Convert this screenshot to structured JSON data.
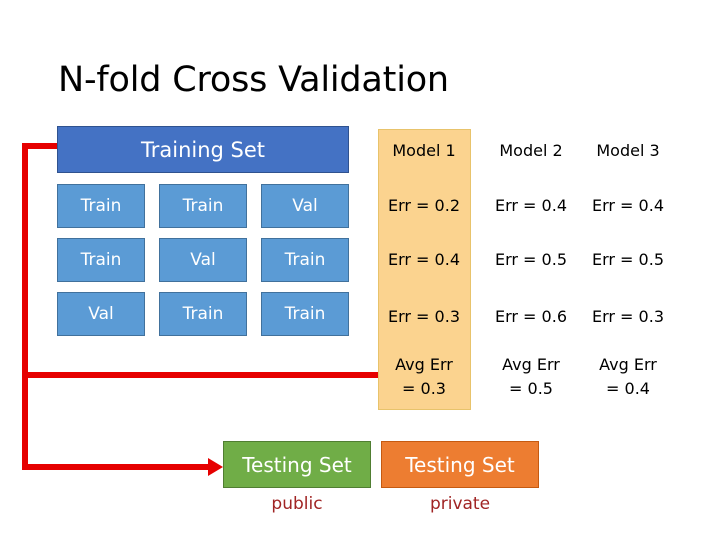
{
  "slide": {
    "title": "N-fold Cross Validation",
    "background_color": "#FFFFFF"
  },
  "colors": {
    "training_header": "#4472C4",
    "fold_cell": "#5B9BD5",
    "highlight_column": "#FBD38F",
    "connector": "#E60000",
    "testing_public": "#70AD47",
    "testing_private": "#ED7D31",
    "caption_text": "#A02424",
    "title_text": "#000000"
  },
  "training": {
    "header_label": "Training Set",
    "folds": [
      [
        "Train",
        "Train",
        "Val"
      ],
      [
        "Train",
        "Val",
        "Train"
      ],
      [
        "Val",
        "Train",
        "Train"
      ]
    ]
  },
  "models": [
    {
      "header": "Model 1",
      "highlighted": true,
      "errors": [
        "Err = 0.2",
        "Err = 0.4",
        "Err = 0.3"
      ],
      "avg_label": "Avg Err",
      "avg_value": "= 0.3"
    },
    {
      "header": "Model 2",
      "highlighted": false,
      "errors": [
        "Err = 0.4",
        "Err = 0.5",
        "Err = 0.6"
      ],
      "avg_label": "Avg Err",
      "avg_value": "= 0.5"
    },
    {
      "header": "Model 3",
      "highlighted": false,
      "errors": [
        "Err = 0.4",
        "Err = 0.5",
        "Err = 0.3"
      ],
      "avg_label": "Avg Err",
      "avg_value": "= 0.4"
    }
  ],
  "testing": {
    "public": {
      "box_label": "Testing Set",
      "caption": "public"
    },
    "private": {
      "box_label": "Testing Set",
      "caption": "private"
    }
  },
  "connector": {
    "name": "red-bracket-arrow",
    "arrow_target": "Testing Set (public)"
  }
}
